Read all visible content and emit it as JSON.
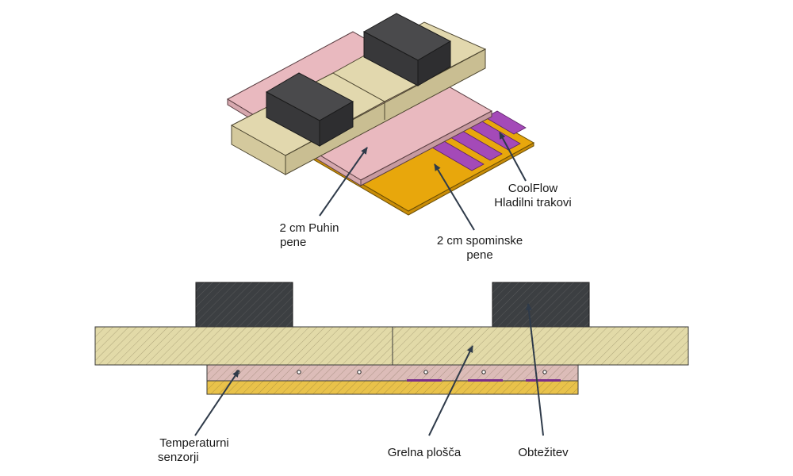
{
  "colors": {
    "pink": "#e9b9bf",
    "pink_side": "#c79aa0",
    "beige": "#e2d8ae",
    "beige_side": "#c9be92",
    "black": "#2e2e30",
    "black_top": "#4a4a4c",
    "orange": "#e8a70c",
    "orange_side": "#c98d08",
    "purple": "#a44ab8",
    "arrow": "#2f3b4a",
    "section_beige": "#e2daa8",
    "section_pink": "#dcbcb8",
    "section_yellow": "#e9c24a",
    "section_black": "#3c3f42"
  },
  "labels": {
    "puhin_line1": "2 cm Puhin",
    "puhin_line2": "pene",
    "spomin_line1": "2 cm spominske",
    "spomin_line2": "pene",
    "coolflow_line1": "CoolFlow",
    "coolflow_line2": "Hladilni trakovi",
    "senzorji_line1": "Temperaturni",
    "senzorji_line2": "senzorji",
    "grelna": "Grelna plošča",
    "obtezitev": "Obtežitev"
  }
}
